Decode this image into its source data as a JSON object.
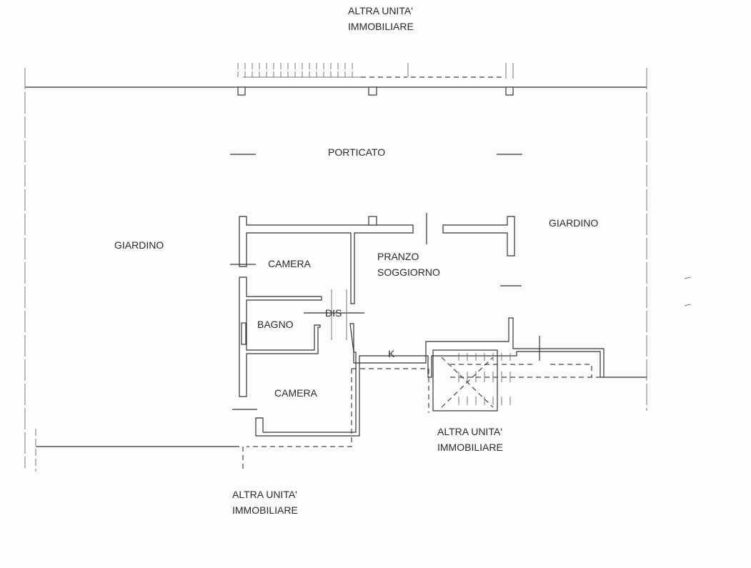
{
  "labels": {
    "other_unit_top": [
      "ALTRA UNITA'",
      "IMMOBILIARE"
    ],
    "porticato": "PORTICATO",
    "garden_left": "GIARDINO",
    "garden_right": "GIARDINO",
    "bedroom_1": "CAMERA",
    "dining_living": [
      "PRANZO",
      "SOGGIORNO"
    ],
    "bathroom": "BAGNO",
    "hallway": "DIS",
    "kitchen": "K",
    "bedroom_2": "CAMERA",
    "other_unit_right": [
      "ALTRA UNITA'",
      "IMMOBILIARE"
    ],
    "other_unit_bottom": [
      "ALTRA UNITA'",
      "IMMOBILIARE"
    ]
  }
}
